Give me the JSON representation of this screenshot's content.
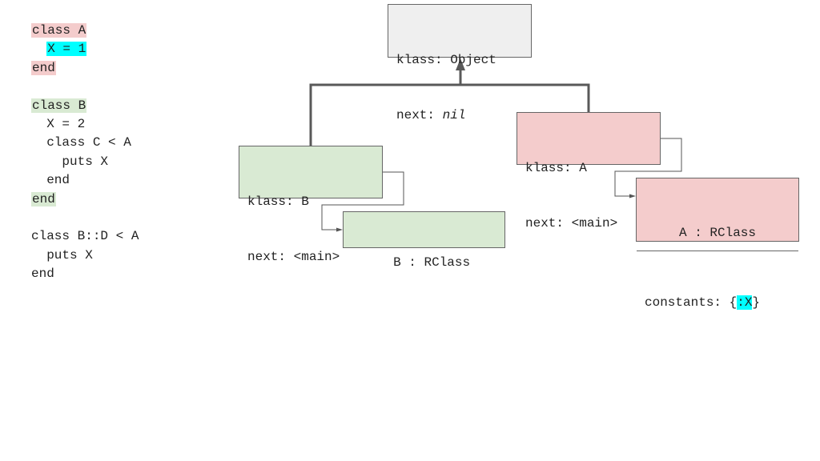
{
  "code": {
    "lines": [
      {
        "parts": [
          {
            "text": "class A",
            "hl": "red"
          }
        ]
      },
      {
        "parts": [
          {
            "text": "  ",
            "hl": ""
          },
          {
            "text": "X = 1",
            "hl": "cyan"
          }
        ]
      },
      {
        "parts": [
          {
            "text": "end",
            "hl": "red"
          }
        ]
      },
      {
        "parts": [
          {
            "text": "",
            "hl": ""
          }
        ]
      },
      {
        "parts": [
          {
            "text": "class B",
            "hl": "green"
          }
        ]
      },
      {
        "parts": [
          {
            "text": "  X = 2",
            "hl": ""
          }
        ]
      },
      {
        "parts": [
          {
            "text": "  class C < A",
            "hl": ""
          }
        ]
      },
      {
        "parts": [
          {
            "text": "    puts X",
            "hl": ""
          }
        ]
      },
      {
        "parts": [
          {
            "text": "  end",
            "hl": ""
          }
        ]
      },
      {
        "parts": [
          {
            "text": "end",
            "hl": "green"
          }
        ]
      },
      {
        "parts": [
          {
            "text": "",
            "hl": ""
          }
        ]
      },
      {
        "parts": [
          {
            "text": "class B::D < A",
            "hl": ""
          }
        ]
      },
      {
        "parts": [
          {
            "text": "  puts X",
            "hl": ""
          }
        ]
      },
      {
        "parts": [
          {
            "text": "end",
            "hl": ""
          }
        ]
      }
    ]
  },
  "diagram": {
    "object_frame": {
      "klass": "klass: Object",
      "next_label": "next: ",
      "next_value": "nil"
    },
    "b_frame": {
      "klass": "klass: B",
      "next": "next: <main>"
    },
    "a_frame": {
      "klass": "klass: A",
      "next": "next: <main>"
    },
    "b_rclass": {
      "title": "B : RClass"
    },
    "a_rclass": {
      "title": "A : RClass",
      "constants_prefix": "constants: {",
      "constants_key": ":X",
      "constants_suffix": "}"
    }
  },
  "colors": {
    "red_fill": "#f4cccc",
    "green_fill": "#d9ead3",
    "gray_fill": "#efefef",
    "cyan_highlight": "#00ffff",
    "line": "#666666"
  }
}
